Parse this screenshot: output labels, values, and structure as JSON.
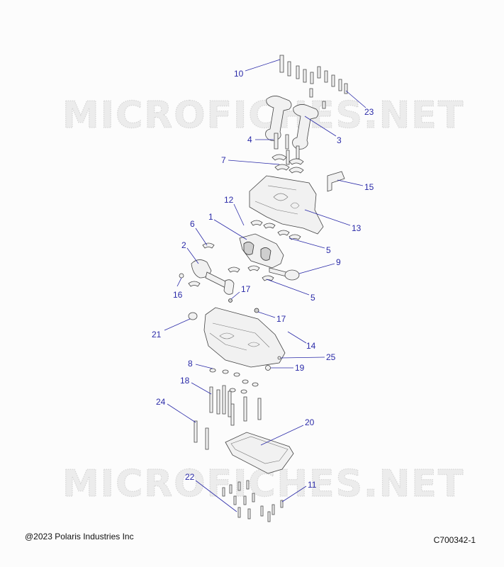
{
  "watermark": "MICROFICHES.NET",
  "copyright": "@2023 Polaris Industries Inc",
  "drawing_id": "C700342-1",
  "callouts": [
    "10",
    "23",
    "3",
    "4",
    "7",
    "15",
    "12",
    "1",
    "13",
    "6",
    "2",
    "5",
    "9",
    "16",
    "17",
    "5",
    "21",
    "17",
    "14",
    "25",
    "8",
    "19",
    "18",
    "24",
    "20",
    "22",
    "11"
  ]
}
